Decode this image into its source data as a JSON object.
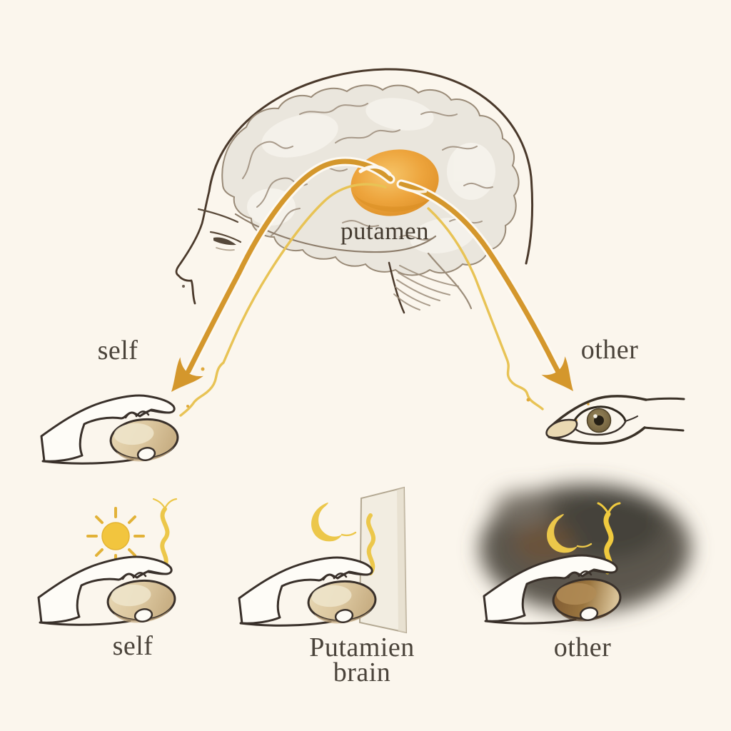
{
  "figure": {
    "background": "#fbf6ed",
    "brain": {
      "region_label": "putamen"
    },
    "pathways": {
      "left_label": "self",
      "right_label": "other"
    },
    "panels": [
      {
        "id": "self",
        "label": "self",
        "icons": [
          "sun-icon",
          "squiggle-icon",
          "hand-with-stone"
        ]
      },
      {
        "id": "mirror",
        "label": "Putamien\nbrain",
        "icons": [
          "crescent-moon-icon",
          "squiggle-icon",
          "mirror-pane",
          "hand-with-stone"
        ]
      },
      {
        "id": "other",
        "label": "other",
        "icons": [
          "crescent-moon-icon",
          "squiggle-icon",
          "dark-smudge",
          "hand-with-stone"
        ]
      }
    ],
    "colors": {
      "arrow_orange": "#d4972c",
      "signal_yellow": "#eac44e",
      "putamen_orange": "#eda43c",
      "ink": "#46382b",
      "text": "#4a433a",
      "stone": "#d9c49c",
      "stone_dark": "#8a6134",
      "smudge": "#5b564d"
    }
  }
}
